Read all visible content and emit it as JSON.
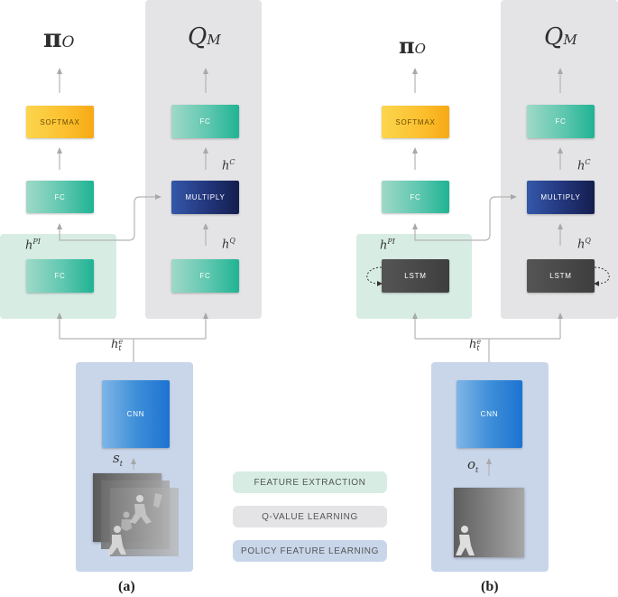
{
  "diagram_a": {
    "caption": "(a)",
    "output_policy": "π",
    "output_policy_sub": "O",
    "output_q": "Q",
    "output_q_sub": "M",
    "softmax_label": "SOFTMAX",
    "policy_fc_label": "FC",
    "policy_base_label": "FC",
    "q_fc_top_label": "FC",
    "multiply_label": "MULTIPLY",
    "q_base_label": "FC",
    "h_pi": "h",
    "h_pi_sup": "PI",
    "h_c": "h",
    "h_c_sup": "C",
    "h_q": "h",
    "h_q_sup": "Q",
    "h_e": "h",
    "h_e_sup": "e",
    "h_e_sub": "t",
    "cnn_label": "CNN",
    "input_symbol": "s",
    "input_sub": "t"
  },
  "diagram_b": {
    "caption": "(b)",
    "output_policy": "π",
    "output_policy_sub": "O",
    "output_q": "Q",
    "output_q_sub": "M",
    "softmax_label": "SOFTMAX",
    "policy_fc_label": "FC",
    "policy_base_label": "LSTM",
    "q_fc_top_label": "FC",
    "multiply_label": "MULTIPLY",
    "q_base_label": "LSTM",
    "h_pi": "h",
    "h_pi_sup": "PI",
    "h_c": "h",
    "h_c_sup": "C",
    "h_q": "h",
    "h_q_sup": "Q",
    "h_e": "h",
    "h_e_sup": "e",
    "h_e_sub": "t",
    "cnn_label": "CNN",
    "input_symbol": "o",
    "input_sub": "t"
  },
  "legend": {
    "feature_extraction": "FEATURE EXTRACTION",
    "q_value_learning": "Q-VALUE LEARNING",
    "policy_feature_learning": "POLICY FEATURE LEARNING"
  },
  "colors": {
    "feature_extraction": "#d7ede4",
    "q_value_learning": "#e4e4e6",
    "policy_feature_learning": "#c9d6ea",
    "fc": "#5ec7af",
    "softmax": "#fcbf2e",
    "multiply": "#22357a",
    "lstm": "#444444",
    "cnn": "#3f8fd9"
  }
}
